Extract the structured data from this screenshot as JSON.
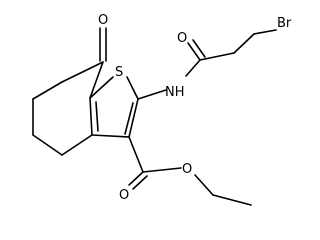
{
  "atoms": {
    "ketone_o": "O",
    "thiophene_s": "S",
    "amide_o": "O",
    "bromine": "Br",
    "amide_nh": "NH",
    "ester_o_carbonyl": "O",
    "ester_o_alkoxy": "O"
  },
  "colors": {
    "bond": "#000000",
    "text": "#000000",
    "background": "#ffffff"
  }
}
